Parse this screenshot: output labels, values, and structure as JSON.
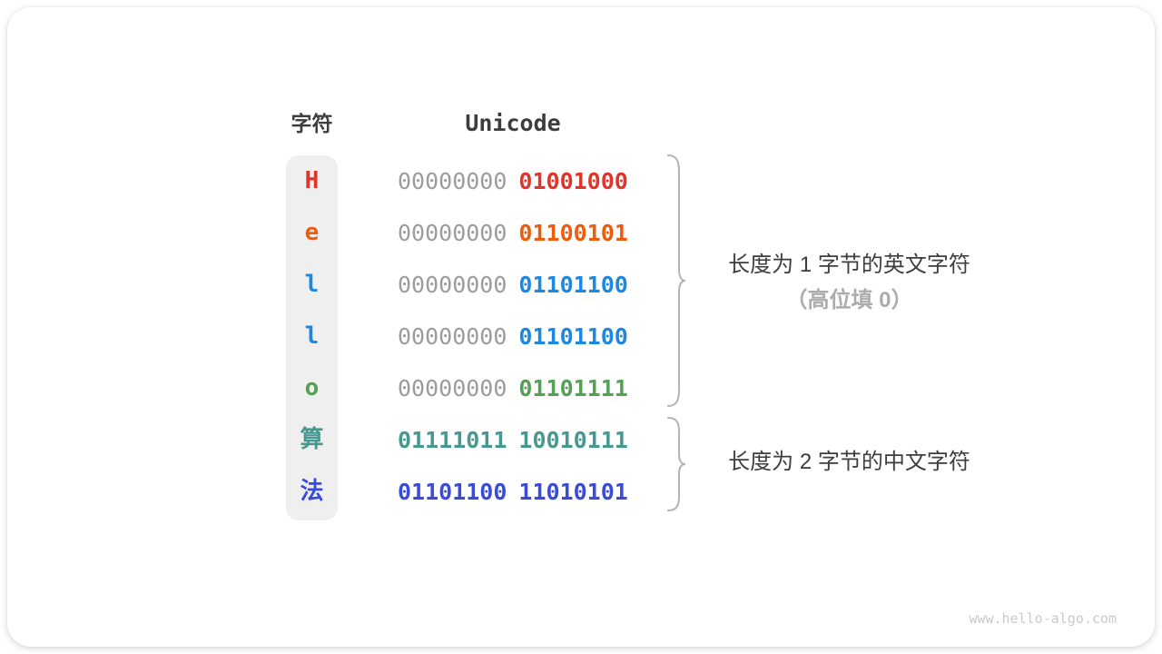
{
  "diagram": {
    "headers": {
      "char": "字符",
      "unicode": "Unicode"
    },
    "rows": [
      {
        "char": "H",
        "byte1": "00000000",
        "byte2": "01001000",
        "char_color": "#e1352b",
        "byte1_color": "#9c9c9c",
        "byte2_color": "#e1352b"
      },
      {
        "char": "e",
        "byte1": "00000000",
        "byte2": "01100101",
        "char_color": "#ee5b0c",
        "byte1_color": "#9c9c9c",
        "byte2_color": "#ee5b0c"
      },
      {
        "char": "l",
        "byte1": "00000000",
        "byte2": "01101100",
        "char_color": "#1d88e0",
        "byte1_color": "#9c9c9c",
        "byte2_color": "#1d88e0"
      },
      {
        "char": "l",
        "byte1": "00000000",
        "byte2": "01101100",
        "char_color": "#1d88e0",
        "byte1_color": "#9c9c9c",
        "byte2_color": "#1d88e0"
      },
      {
        "char": "o",
        "byte1": "00000000",
        "byte2": "01101111",
        "char_color": "#56a054",
        "byte1_color": "#9c9c9c",
        "byte2_color": "#56a054"
      },
      {
        "char": "算",
        "byte1": "01111011",
        "byte2": "10010111",
        "char_color": "#47998f",
        "byte1_color": "#47998f",
        "byte2_color": "#47998f"
      },
      {
        "char": "法",
        "byte1": "01101100",
        "byte2": "11010101",
        "char_color": "#3a4bd8",
        "byte1_color": "#3a4bd8",
        "byte2_color": "#3a4bd8"
      }
    ],
    "annotations": [
      {
        "line1": "长度为 1 字节的英文字符",
        "line2": "（高位填 0）"
      },
      {
        "line1": "长度为 2 字节的中文字符"
      }
    ],
    "watermark": "www.hello-algo.com",
    "colors": {
      "heading_text": "#3d3d3d",
      "pill_background": "#efefef",
      "brace": "#b3b3b3",
      "annotation_sub_gray": "#acacac",
      "watermark_gray": "#c9c9c9",
      "padded_zero_gray": "#9c9c9c"
    }
  }
}
